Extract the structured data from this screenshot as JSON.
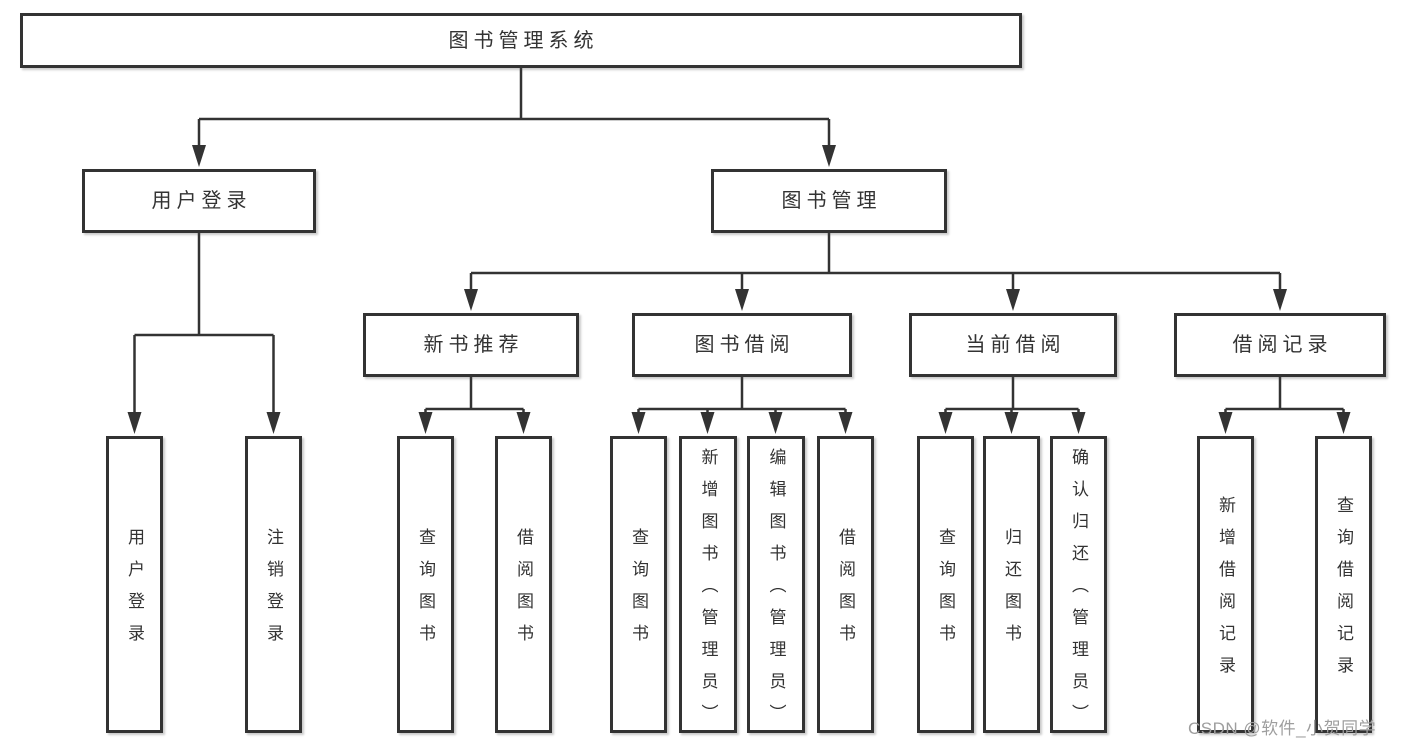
{
  "colors": {
    "line": "#333333",
    "box_border": "#333333",
    "text": "#333333",
    "watermark": "#9e9e9e",
    "background": "#ffffff"
  },
  "watermark": {
    "text": "CSDN @软件_小贺同学"
  },
  "tree": {
    "root": {
      "label": "图书管理系统",
      "children": [
        {
          "label": "用户登录",
          "children": [
            {
              "label": "用户登录"
            },
            {
              "label": "注销登录"
            }
          ]
        },
        {
          "label": "图书管理",
          "children": [
            {
              "label": "新书推荐",
              "children": [
                {
                  "label": "查询图书"
                },
                {
                  "label": "借阅图书"
                }
              ]
            },
            {
              "label": "图书借阅",
              "children": [
                {
                  "label": "查询图书"
                },
                {
                  "label": "新增图书（管理员）"
                },
                {
                  "label": "编辑图书（管理员）"
                },
                {
                  "label": "借阅图书"
                }
              ]
            },
            {
              "label": "当前借阅",
              "children": [
                {
                  "label": "查询图书"
                },
                {
                  "label": "归还图书"
                },
                {
                  "label": "确认归还（管理员）"
                }
              ]
            },
            {
              "label": "借阅记录",
              "children": [
                {
                  "label": "新增借阅记录"
                },
                {
                  "label": "查询借阅记录"
                }
              ]
            }
          ]
        }
      ]
    }
  }
}
